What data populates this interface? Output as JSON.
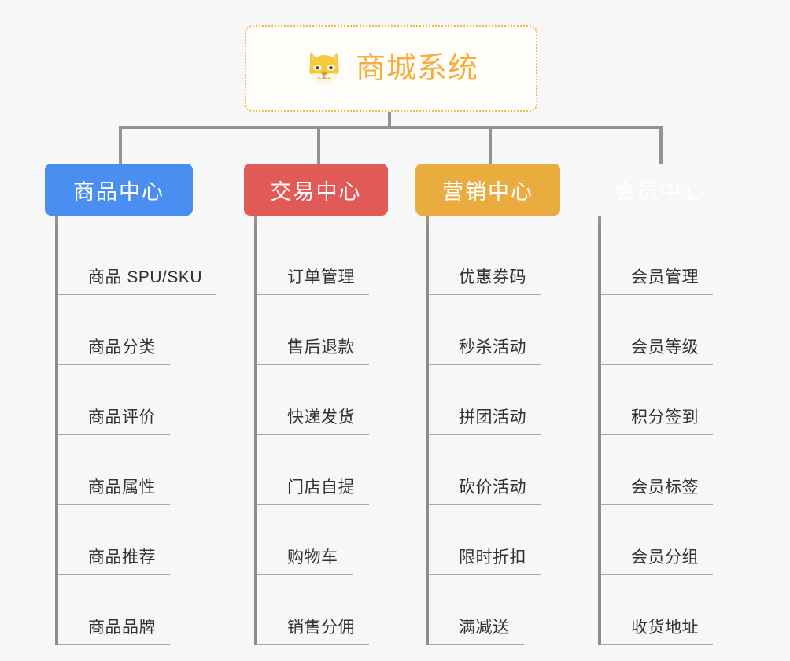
{
  "root": {
    "title": "商城系统",
    "icon": "shiba-dog-icon",
    "border_color": "#f0b84a",
    "text_color": "#f5ae3c",
    "background": "#fffdf9"
  },
  "connector_color": "#939393",
  "categories": [
    {
      "label": "商品中心",
      "color": "#4a8ef1",
      "items": [
        "商品 SPU/SKU",
        "商品分类",
        "商品评价",
        "商品属性",
        "商品推荐",
        "商品品牌"
      ]
    },
    {
      "label": "交易中心",
      "color": "#e25a57",
      "items": [
        "订单管理",
        "售后退款",
        "快递发货",
        "门店自提",
        "购物车",
        "销售分佣"
      ]
    },
    {
      "label": "营销中心",
      "color": "#eaac3e",
      "items": [
        "优惠券码",
        "秒杀活动",
        "拼团活动",
        "砍价活动",
        "限时折扣",
        "满减送"
      ]
    },
    {
      "label": "会员中心",
      "color": "#79c council",
      "items": [
        "会员管理",
        "会员等级",
        "积分签到",
        "会员标签",
        "会员分组",
        "收货地址"
      ]
    }
  ]
}
